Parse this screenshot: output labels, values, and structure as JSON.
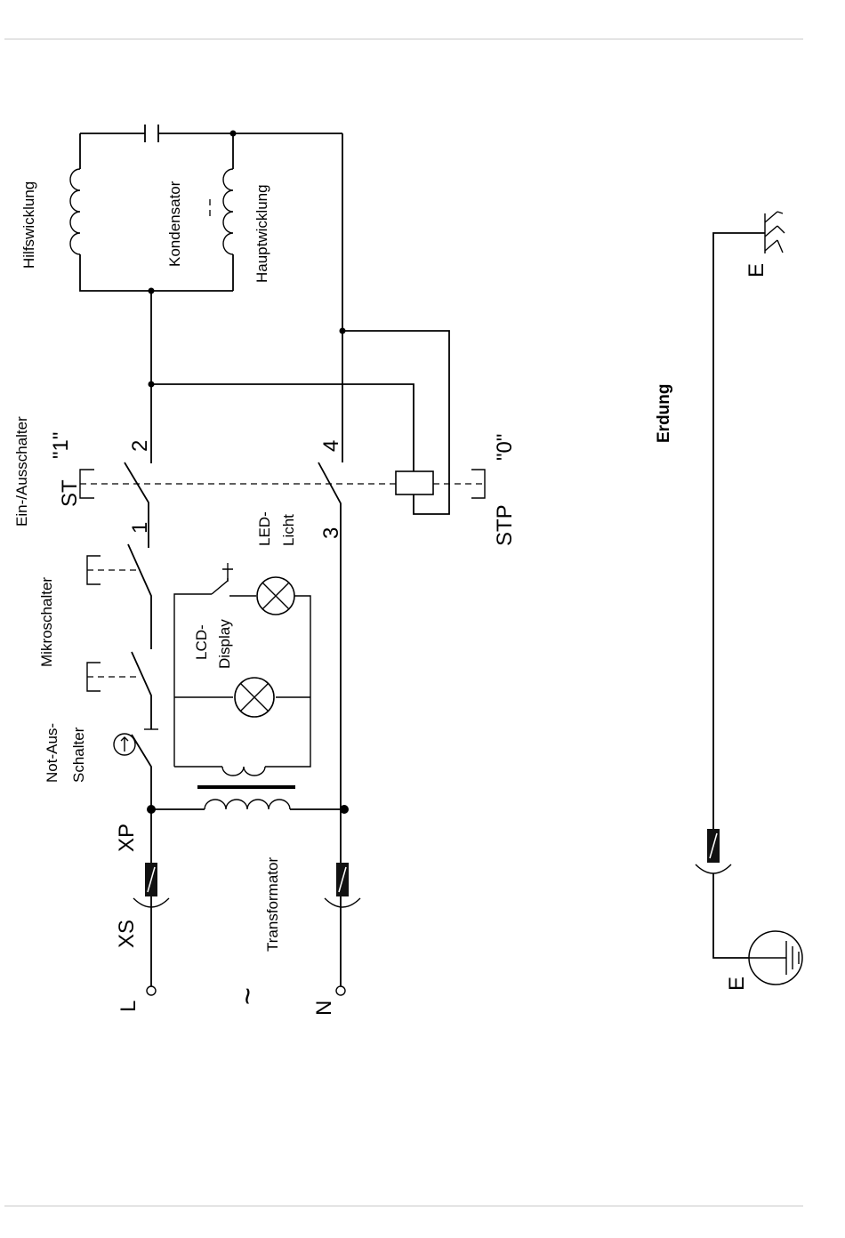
{
  "labels": {
    "hilfswicklung": "Hilfswicklung",
    "kondensator": "Kondensator",
    "hauptwicklung": "Hauptwicklung",
    "ein_aus_schalter": "Ein-/Ausschalter",
    "mikroschalter": "Mikroschalter",
    "not_aus_line1": "Not-Aus-",
    "not_aus_line2": "Schalter",
    "lcd_line1": "LCD-",
    "lcd_line2": "Display",
    "led_line1": "LED-",
    "led_line2": "Licht",
    "transformator": "Transformator",
    "erdung": "Erdung",
    "st": "ST",
    "stp": "STP",
    "switch_on": "\"1\"",
    "switch_off": "\"0\"",
    "xs": "XS",
    "xp": "XP",
    "terminal_l": "L",
    "terminal_n": "N",
    "ac_symbol": "~",
    "terminal_e_top": "E",
    "terminal_e_bottom": "E",
    "contact_1": "1",
    "contact_2": "2",
    "contact_3": "3",
    "contact_4": "4"
  }
}
